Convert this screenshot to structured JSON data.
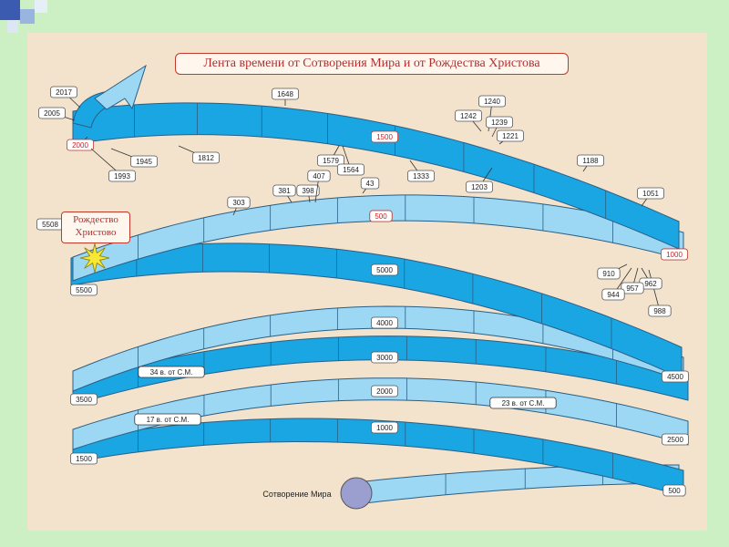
{
  "title": "Лента времени от Сотворения  Мира и от Рождества Христова",
  "christmas_label": [
    "Рождество",
    "Христово"
  ],
  "creation_label": "Сотворение Мира",
  "colors": {
    "band_dark": "#1aa6e3",
    "band_light": "#9cd8f4",
    "panel": "#f3e3cc",
    "slide": "#ccefc4",
    "highlight_text": "#cc2222",
    "star": "#f7e836",
    "globe": "#9b9fcf"
  },
  "band_centers": [
    "500",
    "1000",
    "2000",
    "3000",
    "4000",
    "5000",
    "500",
    "1500"
  ],
  "turn_labels": [
    "2500",
    "1500",
    "4500",
    "3500",
    "5500",
    "5508",
    "1000"
  ],
  "era_notes": [
    "34 в. от С.М.",
    "17 в. от С.М.",
    "23 в. от С.М."
  ],
  "events_ad": [
    {
      "year": "2017"
    },
    {
      "year": "2005"
    },
    {
      "year": "2000",
      "highlight": true
    },
    {
      "year": "1993"
    },
    {
      "year": "1945"
    },
    {
      "year": "1812"
    },
    {
      "year": "1648"
    },
    {
      "year": "1579"
    },
    {
      "year": "1564"
    },
    {
      "year": "1333"
    },
    {
      "year": "1242"
    },
    {
      "year": "1240"
    },
    {
      "year": "1239"
    },
    {
      "year": "1221"
    },
    {
      "year": "1203"
    },
    {
      "year": "1188"
    },
    {
      "year": "1051"
    },
    {
      "year": "1000",
      "highlight": true
    },
    {
      "year": "988"
    },
    {
      "year": "962"
    },
    {
      "year": "957"
    },
    {
      "year": "944"
    },
    {
      "year": "910"
    },
    {
      "year": "500",
      "highlight": true
    },
    {
      "year": "43"
    },
    {
      "year": "303"
    },
    {
      "year": "381"
    },
    {
      "year": "398"
    },
    {
      "year": "407"
    }
  ]
}
